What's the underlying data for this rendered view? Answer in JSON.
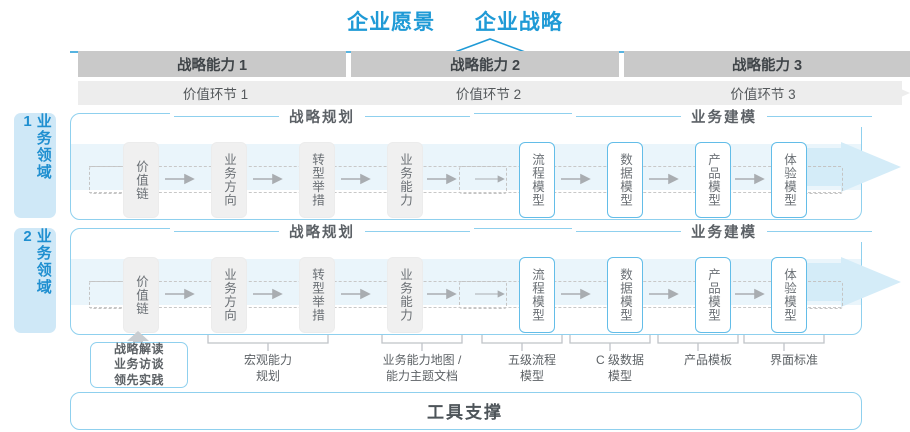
{
  "header": {
    "vision_label": "企业愿景",
    "strategy_label": "企业战略"
  },
  "capability_bars": [
    {
      "label": "战略能力 1"
    },
    {
      "label": "战略能力 2"
    },
    {
      "label": "战略能力 3"
    }
  ],
  "value_bars": [
    {
      "label": "价值环节 1"
    },
    {
      "label": "价值环节 2"
    },
    {
      "label": "价值环节 3"
    }
  ],
  "domains": [
    {
      "tab_label": "业务领域 1"
    },
    {
      "tab_label": "业务领域 2"
    }
  ],
  "sections": {
    "planning_label": "战略规划",
    "modeling_label": "业务建模"
  },
  "nodes": {
    "planning": [
      {
        "label": "价值链"
      },
      {
        "label": "业务方向"
      },
      {
        "label": "转型举措"
      },
      {
        "label": "业务能力"
      }
    ],
    "modeling": [
      {
        "label": "流程模型"
      },
      {
        "label": "数据模型"
      },
      {
        "label": "产品模型"
      },
      {
        "label": "体验模型"
      }
    ]
  },
  "tool_support": {
    "title": "工具支撑",
    "highlight_note": "战略解读\n业务访谈\n领先实践",
    "highlight_note_lines": [
      "战略解读",
      "业务访谈",
      "领先实践"
    ],
    "labels": [
      {
        "lines": [
          "宏观能力",
          "规划"
        ]
      },
      {
        "lines": [
          "业务能力地图 /",
          "能力主题文档"
        ]
      },
      {
        "lines": [
          "五级流程",
          "模型"
        ]
      },
      {
        "lines": [
          "C 级数据",
          "模型"
        ]
      },
      {
        "lines": [
          "产品模板"
        ]
      },
      {
        "lines": [
          "界面标准"
        ]
      }
    ]
  },
  "colors": {
    "accent_blue": "#1f9ad6",
    "line_blue": "#8fd0ee",
    "node_blue_border": "#63bde8",
    "band_blue": "#eaf5fb",
    "tab_blue": "#cfe8f7",
    "cap_bar_gray": "#c9c9c9",
    "val_bar_gray": "#ededed",
    "node_gray": "#f0f0f0",
    "text_gray": "#5a5f63"
  }
}
